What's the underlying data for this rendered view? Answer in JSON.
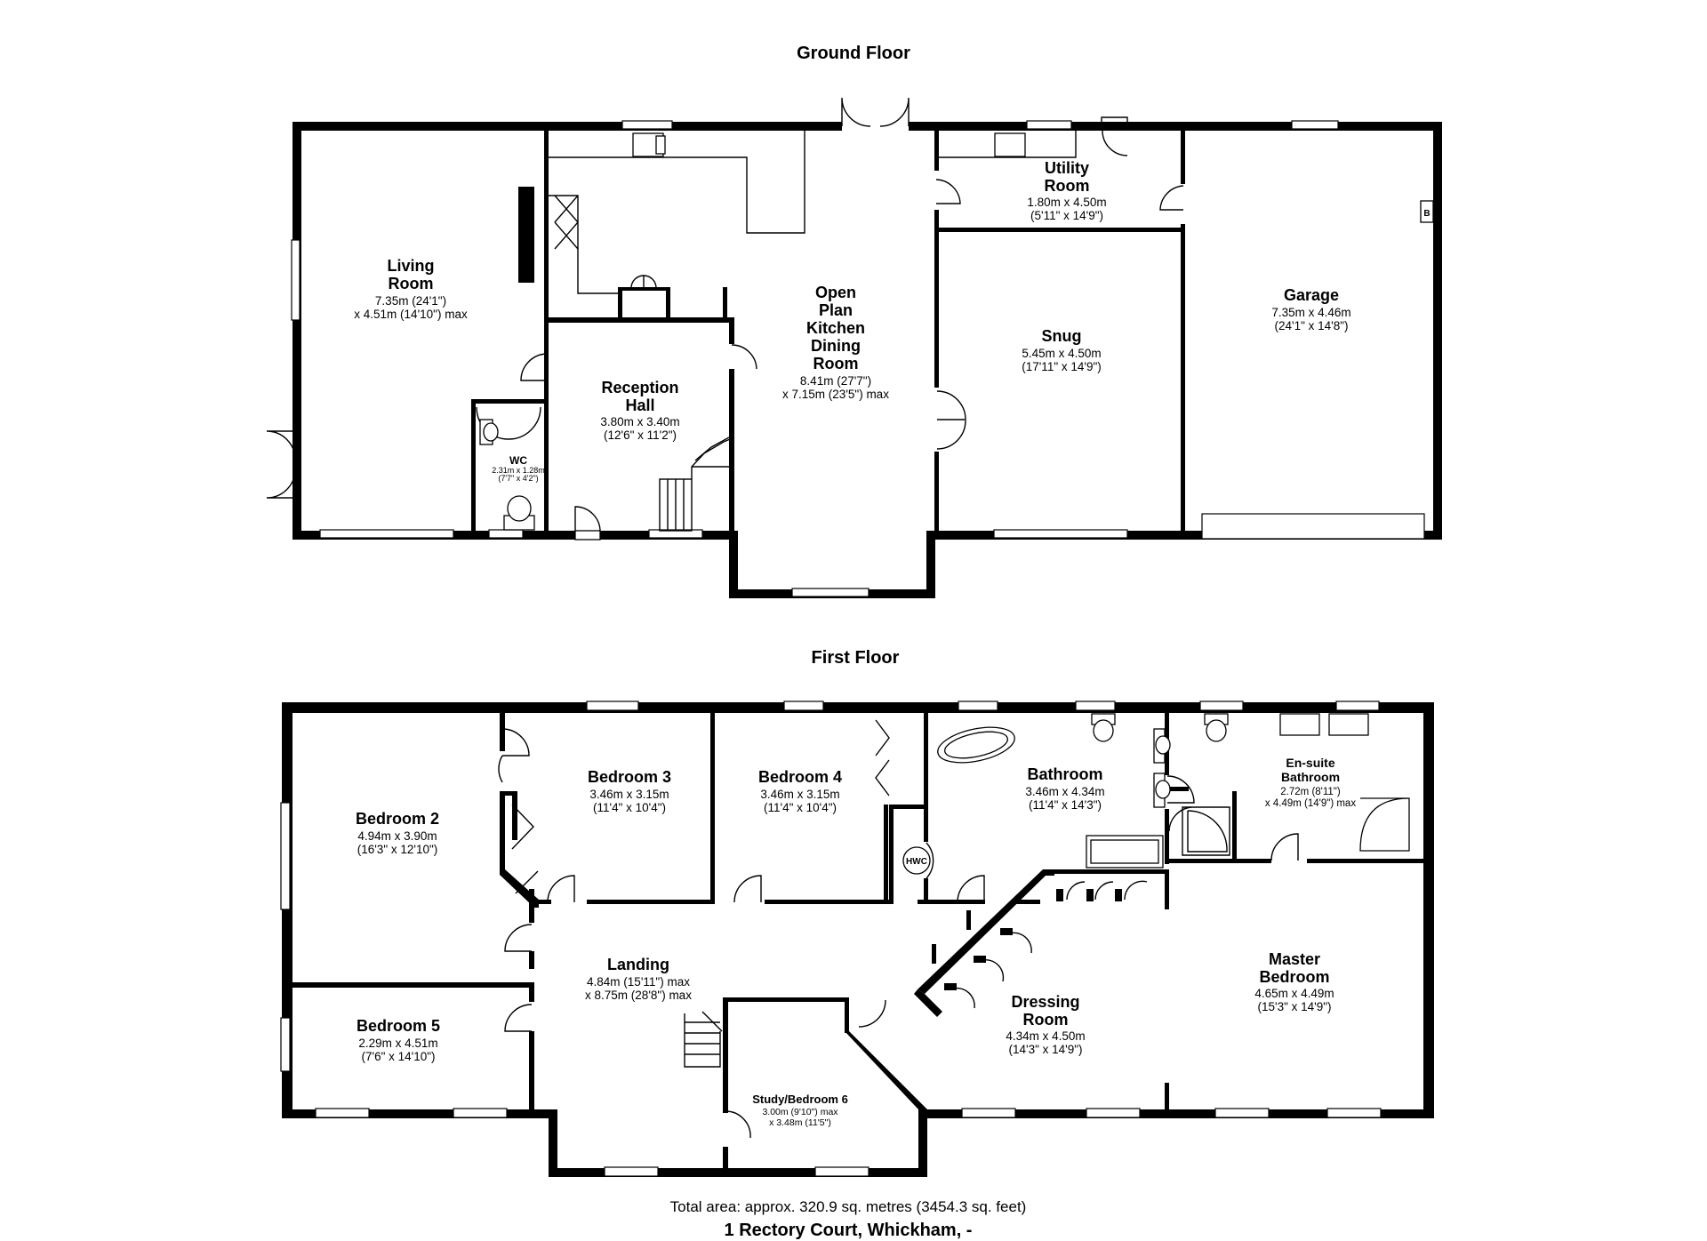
{
  "floors": {
    "ground_title": "Ground Floor",
    "first_title": "First Floor"
  },
  "rooms": {
    "living": {
      "name1": "Living",
      "name2": "Room",
      "dim1": "7.35m (24'1\")",
      "dim2": "x 4.51m (14'10\") max"
    },
    "kitchen": {
      "name1": "Open",
      "name2": "Plan",
      "name3": "Kitchen",
      "name4": "Dining",
      "name5": "Room",
      "dim1": "8.41m (27'7\")",
      "dim2": "x 7.15m (23'5\") max"
    },
    "utility": {
      "name1": "Utility",
      "name2": "Room",
      "dim1": "1.80m x 4.50m",
      "dim2": "(5'11\" x 14'9\")"
    },
    "garage": {
      "name": "Garage",
      "dim1": "7.35m x 4.46m",
      "dim2": "(24'1\" x 14'8\")"
    },
    "snug": {
      "name": "Snug",
      "dim1": "5.45m x 4.50m",
      "dim2": "(17'11\" x 14'9\")"
    },
    "reception": {
      "name1": "Reception",
      "name2": "Hall",
      "dim1": "3.80m x 3.40m",
      "dim2": "(12'6\" x 11'2\")"
    },
    "wc": {
      "name": "WC",
      "dim1": "2.31m x 1.28m",
      "dim2": "(7'7\" x 4'2\")"
    },
    "bedroom2": {
      "name": "Bedroom 2",
      "dim1": "4.94m x 3.90m",
      "dim2": "(16'3\" x 12'10\")"
    },
    "bedroom3": {
      "name": "Bedroom 3",
      "dim1": "3.46m x 3.15m",
      "dim2": "(11'4\" x 10'4\")"
    },
    "bedroom4": {
      "name": "Bedroom 4",
      "dim1": "3.46m x 3.15m",
      "dim2": "(11'4\" x 10'4\")"
    },
    "bathroom": {
      "name": "Bathroom",
      "dim1": "3.46m x 4.34m",
      "dim2": "(11'4\" x 14'3\")"
    },
    "ensuite": {
      "name1": "En-suite",
      "name2": "Bathroom",
      "dim1": "2.72m (8'11\")",
      "dim2": "x 4.49m (14'9\") max"
    },
    "landing": {
      "name": "Landing",
      "dim1": "4.84m (15'11\") max",
      "dim2": "x 8.75m (28'8\") max"
    },
    "bedroom5": {
      "name": "Bedroom 5",
      "dim1": "2.29m x 4.51m",
      "dim2": "(7'6\" x 14'10\")"
    },
    "study": {
      "name": "Study/Bedroom 6",
      "dim1": "3.00m (9'10\") max",
      "dim2": "x 3.48m (11'5\")"
    },
    "dressing": {
      "name1": "Dressing",
      "name2": "Room",
      "dim1": "4.34m x 4.50m",
      "dim2": "(14'3\" x 14'9\")"
    },
    "master": {
      "name1": "Master",
      "name2": "Bedroom",
      "dim1": "4.65m x 4.49m",
      "dim2": "(15'3\" x 14'9\")"
    }
  },
  "symbols": {
    "hwc": "HWC",
    "boiler": "B"
  },
  "footer": {
    "total_area": "Total area: approx. 320.9 sq. metres (3454.3 sq. feet)",
    "address": "1 Rectory Court, Whickham, -"
  }
}
